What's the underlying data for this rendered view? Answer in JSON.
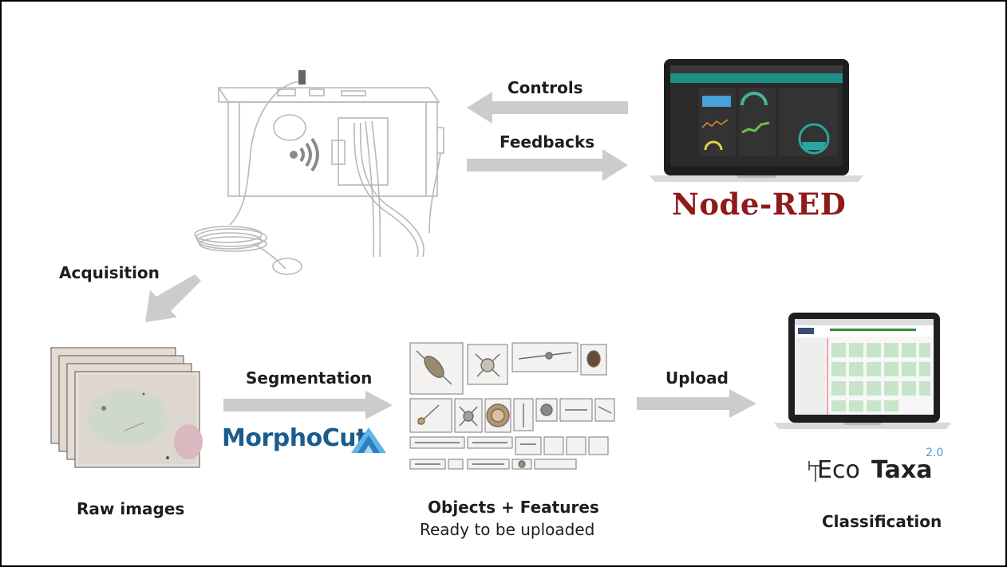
{
  "labels": {
    "controls": "Controls",
    "feedbacks": "Feedbacks",
    "acquisition": "Acquisition",
    "segmentation": "Segmentation",
    "upload": "Upload",
    "raw_images": "Raw images",
    "objects_features": "Objects + Features",
    "ready": "Ready to be uploaded",
    "classification": "Classification"
  },
  "logos": {
    "nodered": "Node-RED",
    "morphocut": "MorphoCut",
    "ecotaxa_eco": "Eco",
    "ecotaxa_taxa": "Taxa",
    "ecotaxa_version": "2.0"
  },
  "colors": {
    "arrow": "#cccccc",
    "nodered": "#8f1a1a",
    "morphocut": "#1b5c8f",
    "device_line": "#b8b8b8",
    "laptop_body": "#1e1e1e"
  }
}
